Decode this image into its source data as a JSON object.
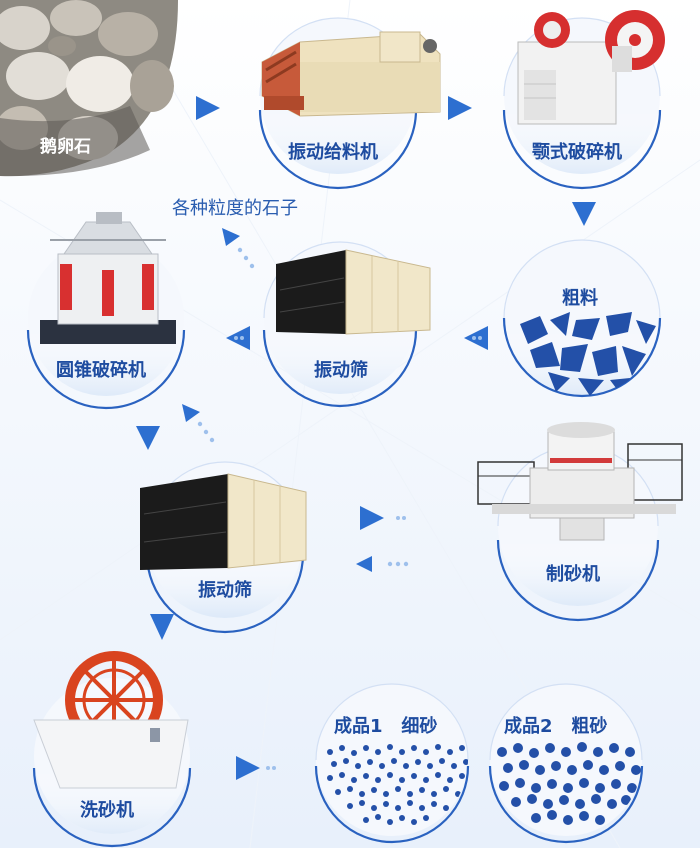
{
  "colors": {
    "accent": "#1f57b5",
    "arrow": "#2d6fd0",
    "label": "#1e4ca0"
  },
  "nodes": {
    "raw_stone": "鹅卵石",
    "vibrating_feeder": "振动给料机",
    "jaw_crusher": "颚式破碎机",
    "coarse_material": "粗料",
    "vibrating_screen_1": "振动筛",
    "cone_crusher": "圆锥破碎机",
    "sand_maker": "制砂机",
    "vibrating_screen_2": "振动筛",
    "sand_washer": "洗砂机",
    "product_1": "成品1   细砂",
    "product_2": "成品2   粗砂"
  },
  "annotation": "各种粒度的石子"
}
